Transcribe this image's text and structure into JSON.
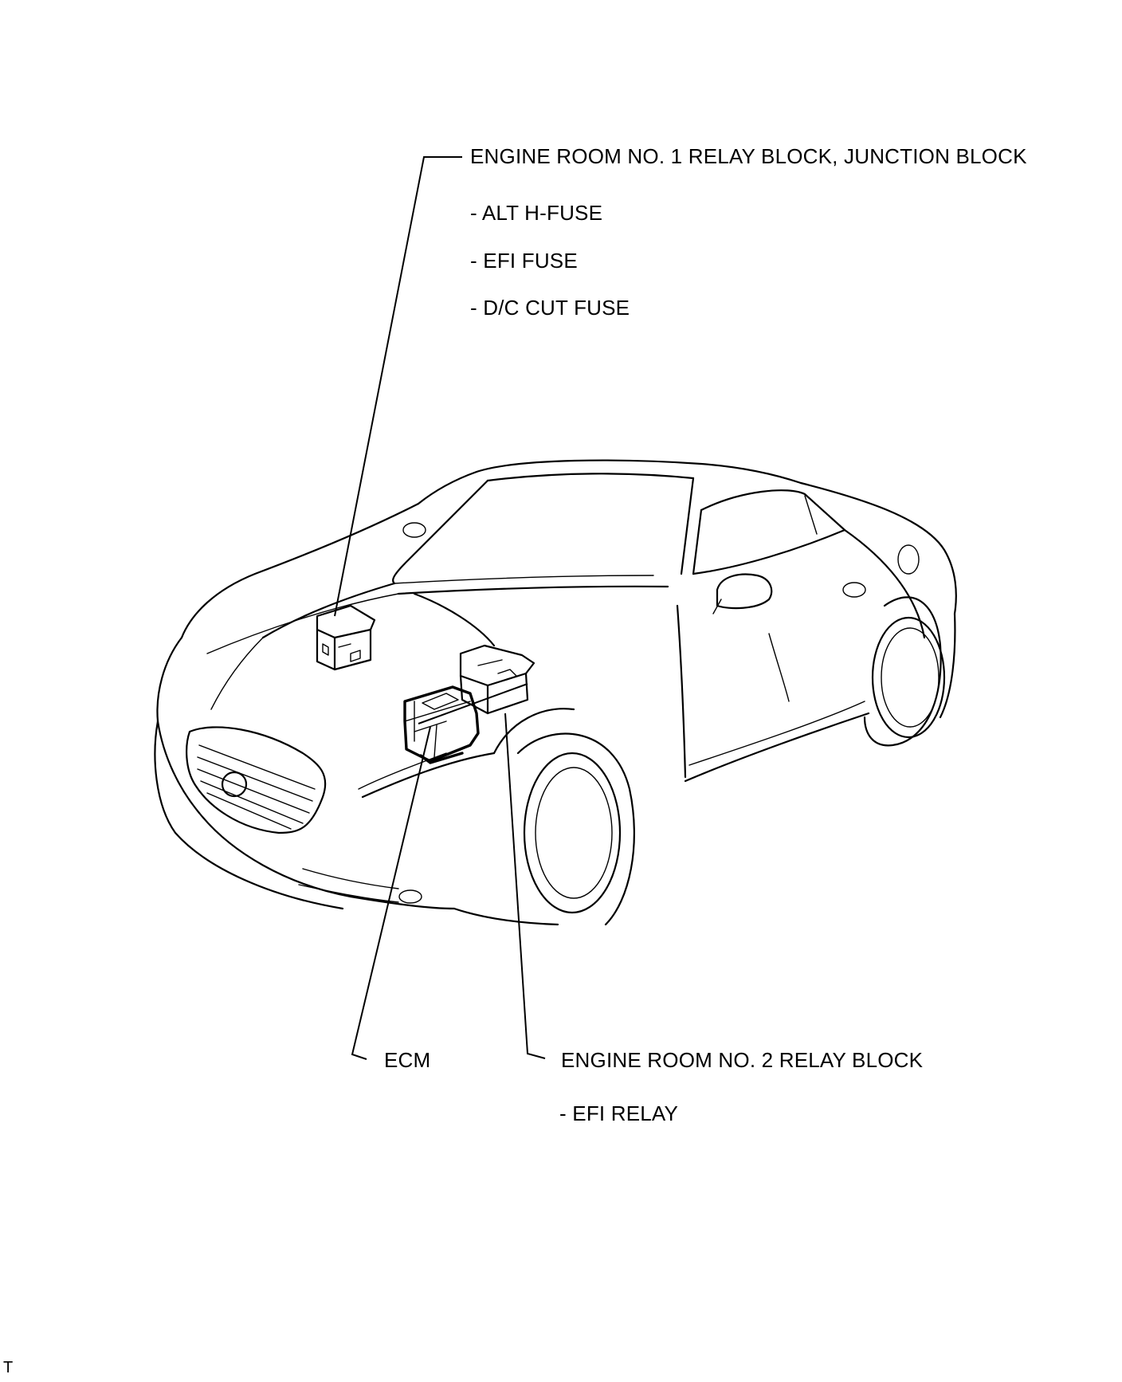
{
  "callouts": {
    "relay_block_1": {
      "title": "ENGINE ROOM NO. 1 RELAY BLOCK, JUNCTION BLOCK",
      "items": [
        "- ALT H-FUSE",
        "- EFI FUSE",
        "- D/C CUT FUSE"
      ]
    },
    "ecm": {
      "title": "ECM"
    },
    "relay_block_2": {
      "title": "ENGINE ROOM NO. 2 RELAY BLOCK",
      "items": [
        "- EFI RELAY"
      ]
    }
  },
  "figure_code": "T"
}
